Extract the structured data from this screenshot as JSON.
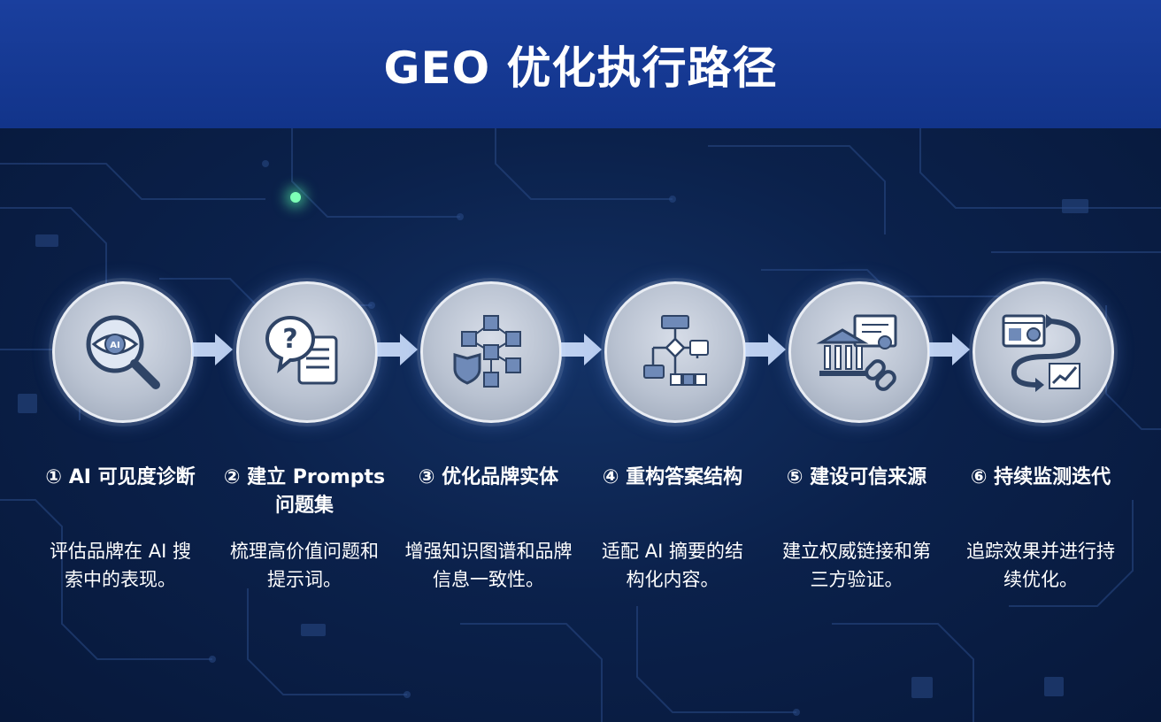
{
  "header": {
    "title": "GEO 优化执行路径"
  },
  "steps": [
    {
      "title": "① AI 可见度诊断",
      "desc": "评估品牌在 AI 搜索中的表现。",
      "icon": "ai-eye-magnifier-icon",
      "badge": "AI"
    },
    {
      "title": "② 建立 Prompts 问题集",
      "desc": "梳理高价值问题和提示词。",
      "icon": "question-document-icon"
    },
    {
      "title": "③ 优化品牌实体",
      "desc": "增强知识图谱和品牌信息一致性。",
      "icon": "knowledge-graph-shield-icon"
    },
    {
      "title": "④ 重构答案结构",
      "desc": "适配 AI 摘要的结构化内容。",
      "icon": "flowchart-icon"
    },
    {
      "title": "⑤ 建设可信来源",
      "desc": "建立权威链接和第三方验证。",
      "icon": "authority-certificate-icon"
    },
    {
      "title": "⑥ 持续监测迭代",
      "desc": "追踪效果并进行持续优化。",
      "icon": "monitoring-loop-icon"
    }
  ],
  "colors": {
    "banner": "#1a3f9e",
    "background": "#081a3f",
    "icon_stroke": "#2f4466",
    "icon_fill": "#6f8ab8",
    "arrow": "#cfe1ff"
  }
}
